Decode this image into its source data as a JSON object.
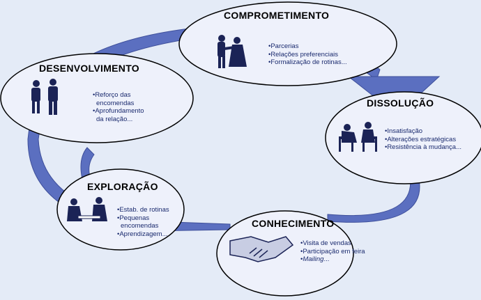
{
  "stages": {
    "comprometimento": {
      "title": "COMPROMETIMENTO",
      "bullets": [
        "•Parcerias",
        "•Relações preferenciais",
        "•Formalização de rotinas..."
      ],
      "icon": "dancing-couple-icon"
    },
    "desenvolvimento": {
      "title": "DESENVOLVIMENTO",
      "bullets": [
        "•Reforço das",
        "encomendas",
        "•Aprofundamento",
        "da relação..."
      ],
      "icon": "two-people-standing-icon"
    },
    "dissolucao": {
      "title": "DISSOLUÇÃO",
      "bullets": [
        "•Insatisfação",
        "•Alterações estratégicas",
        "•Resistência à mudança..."
      ],
      "icon": "two-people-seated-icon"
    },
    "exploracao": {
      "title": "EXPLORAÇÃO",
      "bullets": [
        "•Estab. de rotinas",
        "•Pequenas",
        "encomendas",
        "•Aprendizagem..."
      ],
      "icon": "people-at-desk-icon"
    },
    "conhecimento": {
      "title": "CONHECIMENTO",
      "bullets": [
        "•Visita de vendas",
        "•Participação em feira",
        "•",
        "Mailing",
        "..."
      ],
      "icon": "handshake-icon"
    }
  },
  "colors": {
    "background": "#e4ebf7",
    "ellipse_fill": "#eef1fb",
    "arrow": "#5b6fc0",
    "bullet_text": "#1a2a6e"
  }
}
